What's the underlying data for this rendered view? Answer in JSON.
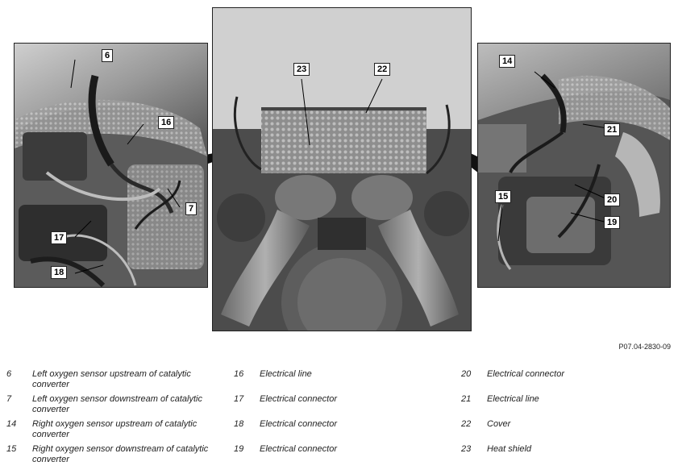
{
  "figure_ref": "P07.04-2830-09",
  "callouts": {
    "left": [
      "6",
      "16",
      "7",
      "17",
      "18"
    ],
    "center": [
      "23",
      "22"
    ],
    "right": [
      "14",
      "21",
      "20",
      "15",
      "19"
    ]
  },
  "legend": [
    {
      "num": "6",
      "text": "Left oxygen sensor upstream of catalytic converter"
    },
    {
      "num": "7",
      "text": "Left oxygen sensor downstream of catalytic converter"
    },
    {
      "num": "14",
      "text": "Right oxygen sensor upstream of catalytic converter"
    },
    {
      "num": "15",
      "text": "Right oxygen sensor downstream of catalytic converter"
    },
    {
      "num": "16",
      "text": "Electrical line"
    },
    {
      "num": "17",
      "text": "Electrical connector"
    },
    {
      "num": "18",
      "text": "Electrical connector"
    },
    {
      "num": "19",
      "text": "Electrical connector"
    },
    {
      "num": "20",
      "text": "Electrical connector"
    },
    {
      "num": "21",
      "text": "Electrical line"
    },
    {
      "num": "22",
      "text": "Cover"
    },
    {
      "num": "23",
      "text": "Heat shield"
    }
  ],
  "colors": {
    "frame": "#222222",
    "photo_bg": "#6f6f6f"
  }
}
